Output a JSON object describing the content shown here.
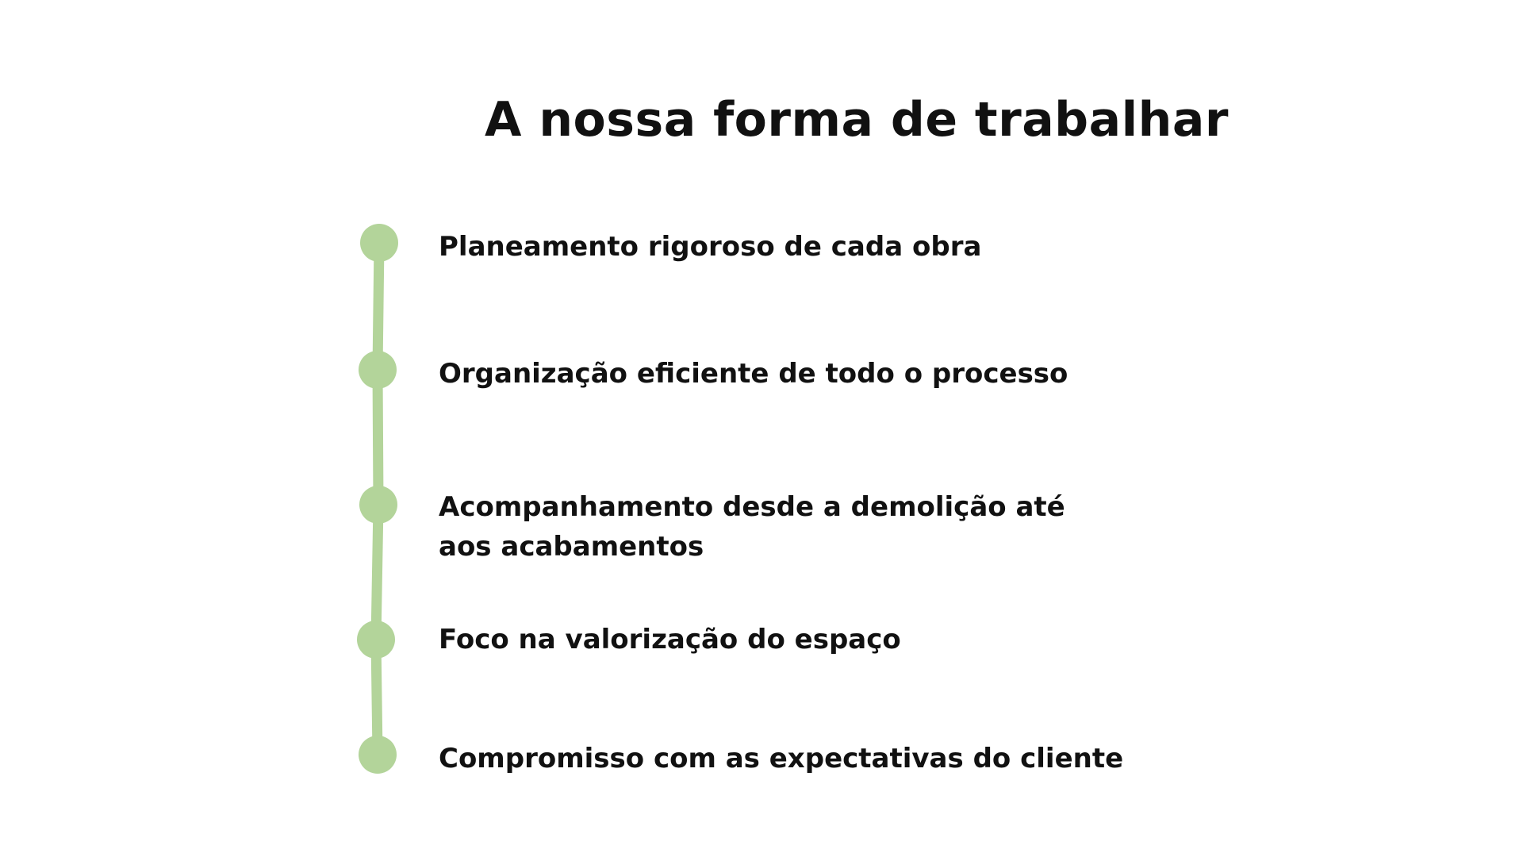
{
  "title": "A nossa forma de trabalhar",
  "colors": {
    "accent": "#b3d49a",
    "text": "#111111",
    "background": "#ffffff"
  },
  "steps": [
    {
      "label": "Planeamento rigoroso de cada obra"
    },
    {
      "label": "Organização eficiente de todo o processo"
    },
    {
      "label": "Acompanhamento desde a demolição até aos acabamentos"
    },
    {
      "label": "Foco na valorização do espaço"
    },
    {
      "label": "Compromisso com as expectativas do cliente"
    }
  ]
}
